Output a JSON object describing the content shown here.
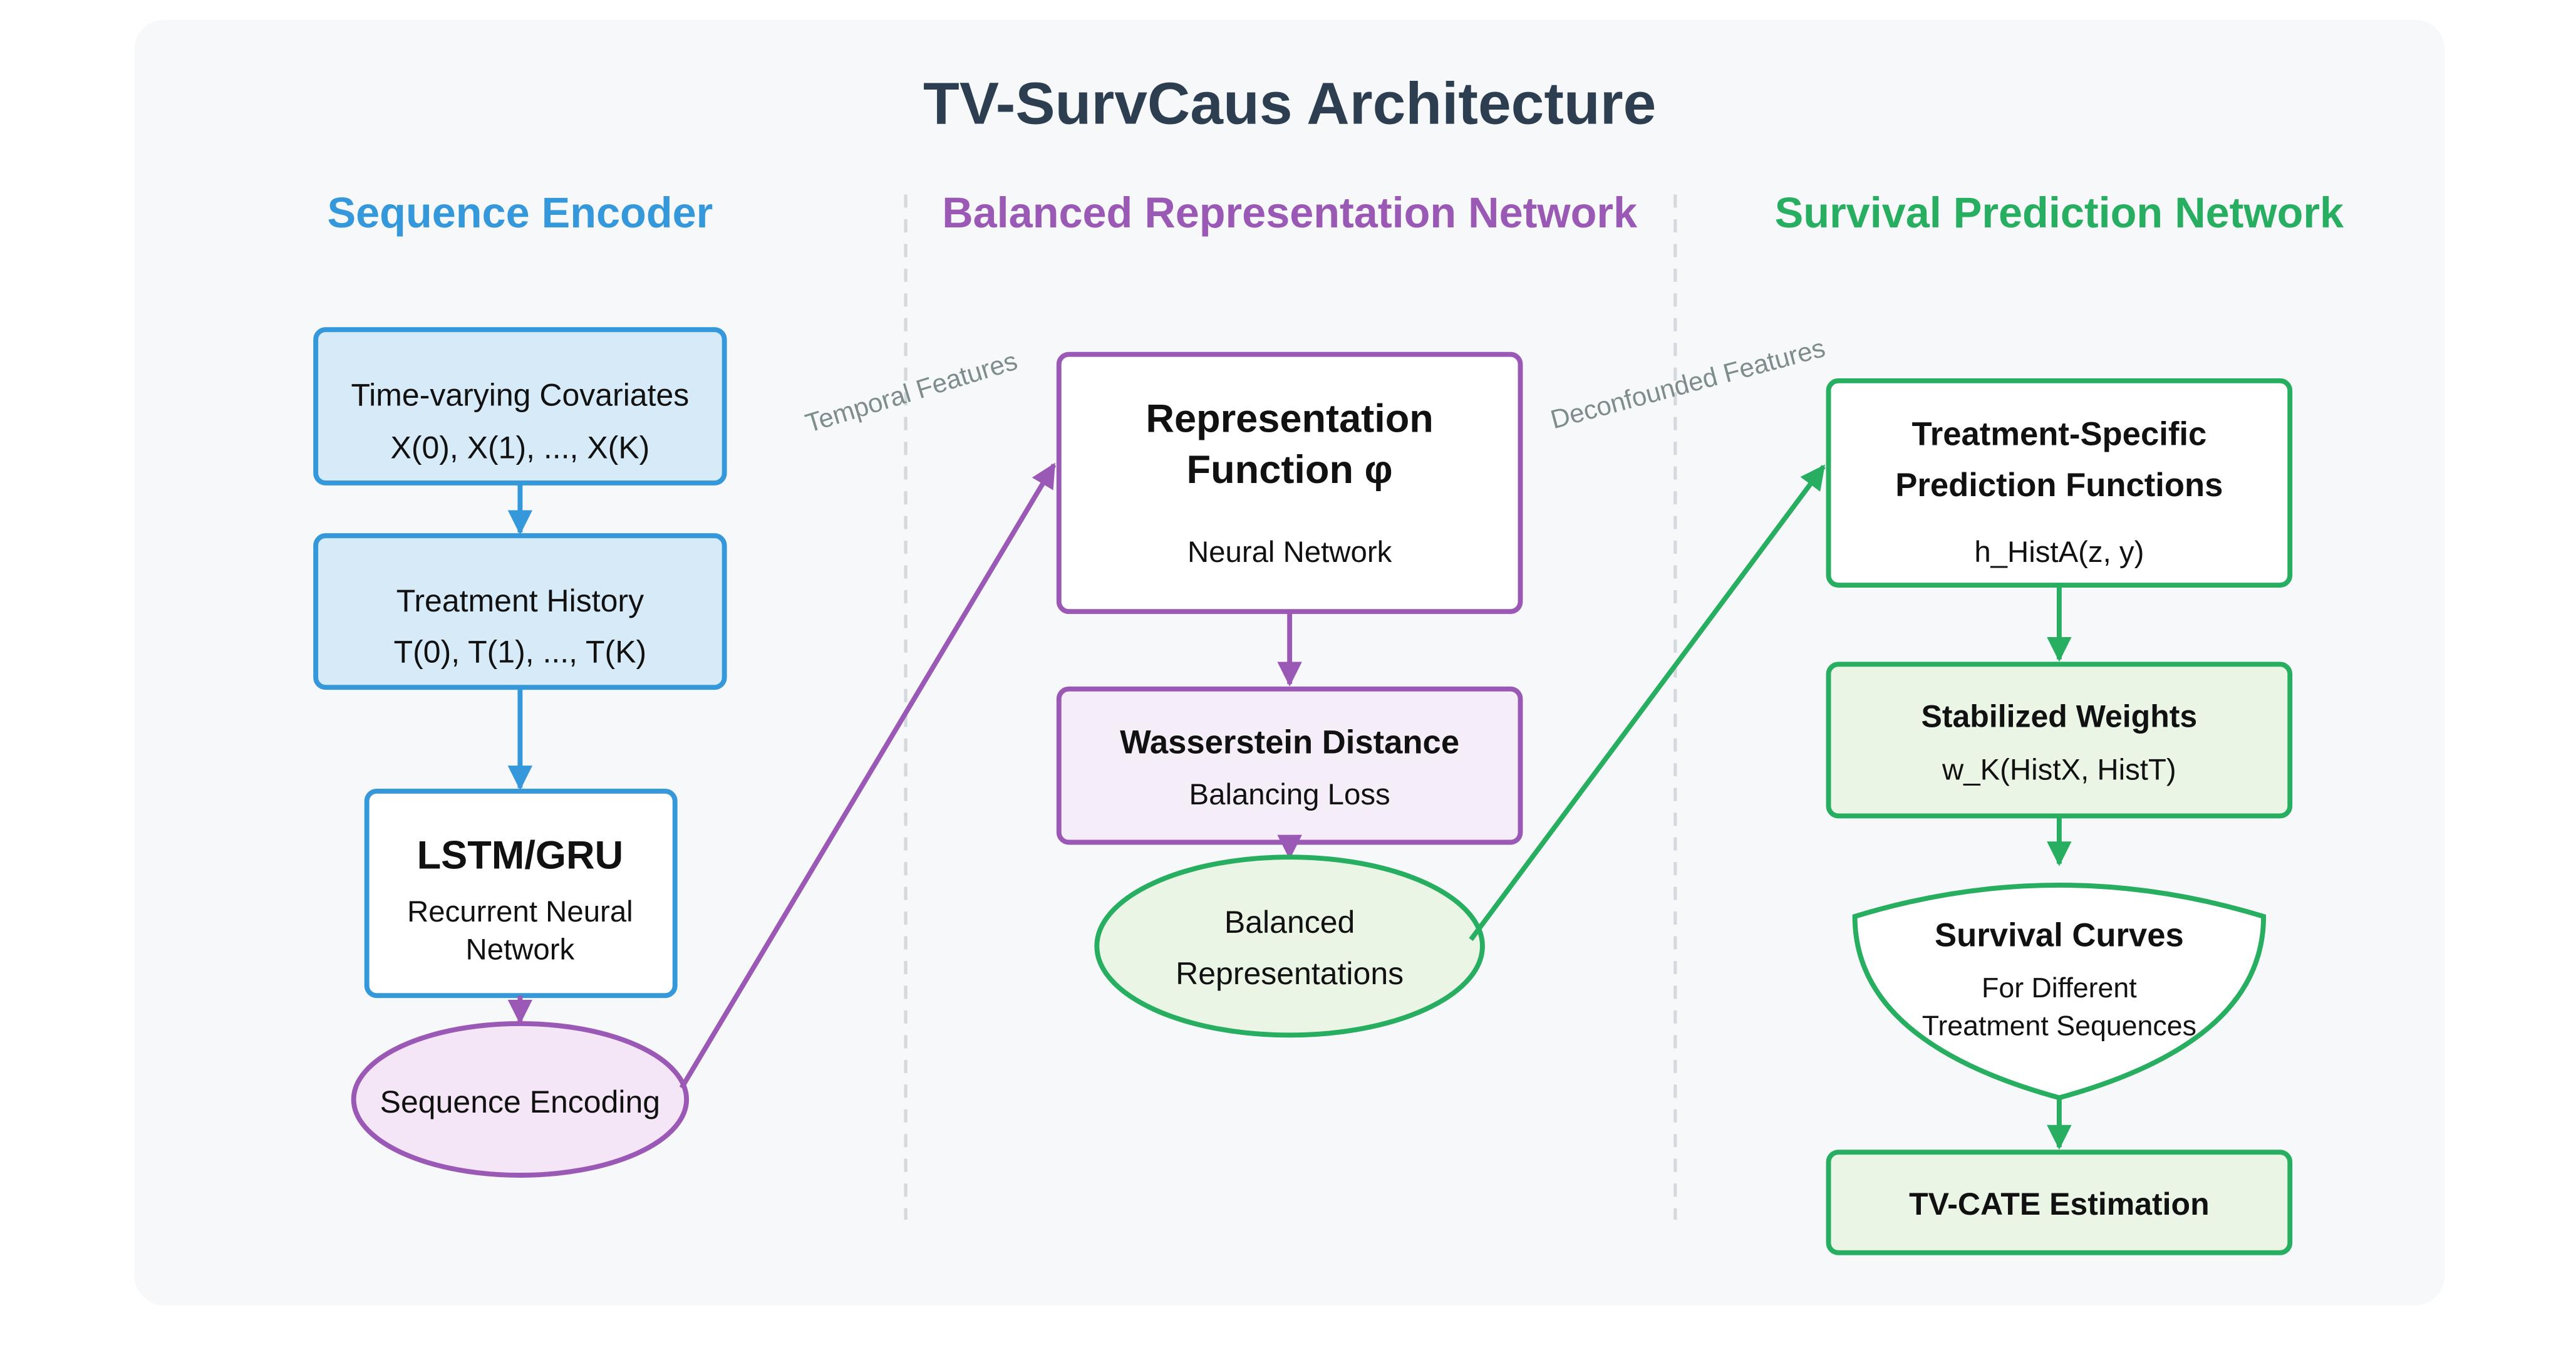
{
  "title": "TV-SurvCaus Architecture",
  "columns": {
    "encoder": "Sequence Encoder",
    "balanced": "Balanced Representation Network",
    "survival": "Survival Prediction Network"
  },
  "encoder": {
    "covariates": {
      "title": "Time-varying Covariates",
      "sub": "X(0), X(1), ..., X(K)"
    },
    "treatment": {
      "title": "Treatment History",
      "sub": "T(0), T(1), ..., T(K)"
    },
    "lstm": {
      "title": "LSTM/GRU",
      "sub1": "Recurrent Neural",
      "sub2": "Network"
    },
    "encoding": "Sequence Encoding"
  },
  "balanced": {
    "repr": {
      "title1": "Representation",
      "title2": "Function φ",
      "sub": "Neural Network"
    },
    "wass": {
      "title": "Wasserstein Distance",
      "sub": "Balancing Loss"
    },
    "out": {
      "line1": "Balanced",
      "line2": "Representations"
    }
  },
  "survival": {
    "pred": {
      "title1": "Treatment-Specific",
      "title2": "Prediction Functions",
      "sub": "h_HistA(z, y)"
    },
    "weights": {
      "title": "Stabilized Weights",
      "sub": "w_K(HistX, HistT)"
    },
    "curves": {
      "title": "Survival Curves",
      "sub1": "For Different",
      "sub2": "Treatment Sequences"
    },
    "cate": "TV-CATE Estimation"
  },
  "connectors": {
    "temporal": "Temporal Features",
    "deconf": "Deconfounded Features"
  },
  "colors": {
    "blue": "#3498db",
    "purple": "#9b59b6",
    "green": "#27ae60",
    "title": "#2c3e50",
    "panel": "#f7f8fa"
  }
}
